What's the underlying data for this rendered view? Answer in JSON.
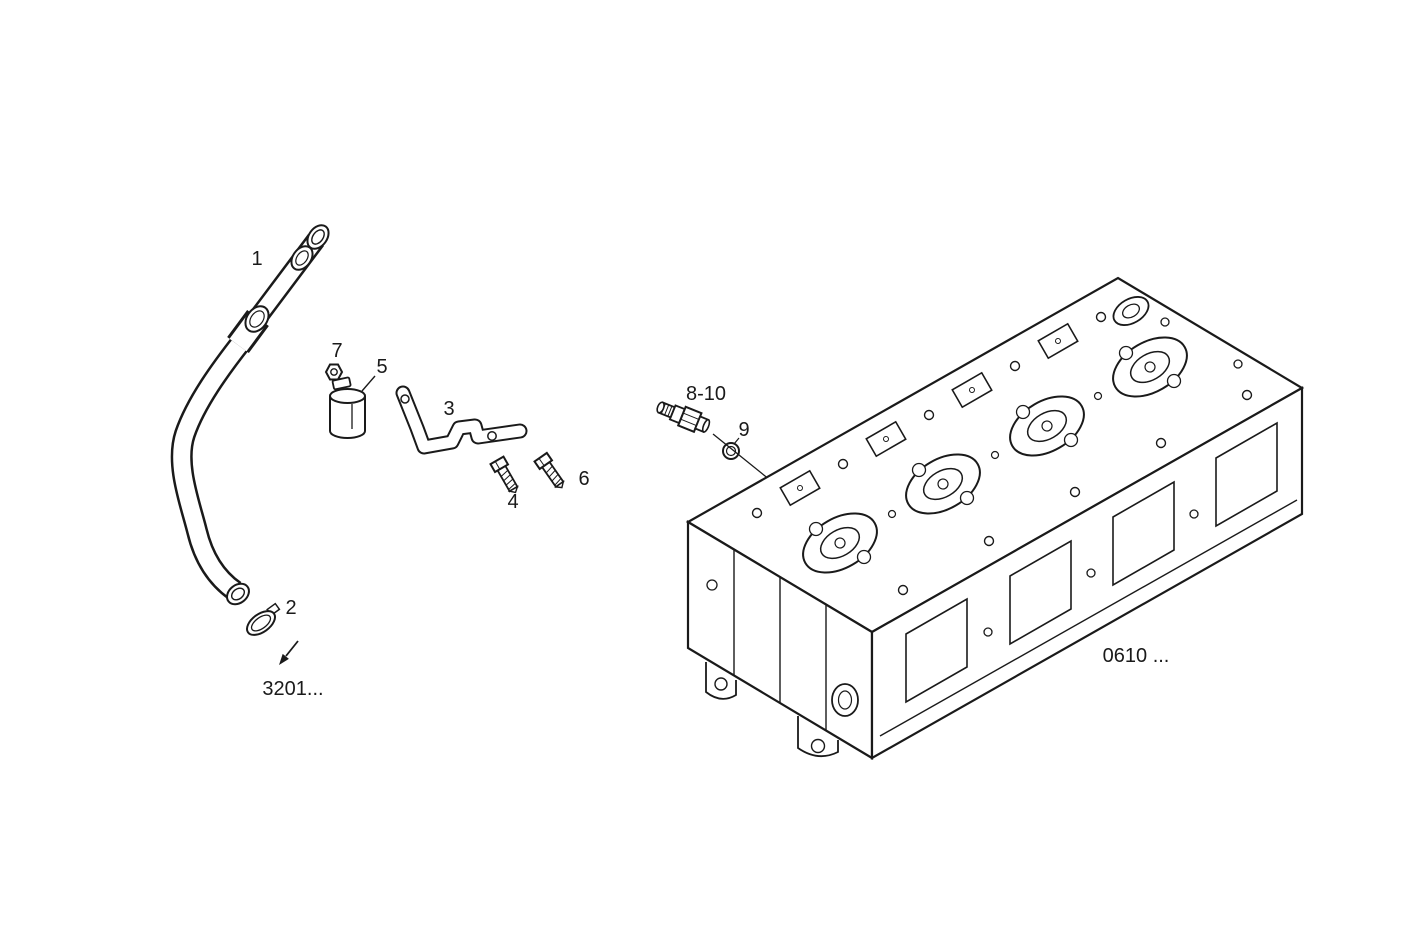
{
  "page": {
    "background_color": "#ffffff",
    "line_color": "#1a1a1a"
  },
  "diagram": {
    "callouts": [
      {
        "label": "1"
      },
      {
        "label": "2"
      },
      {
        "label": "3"
      },
      {
        "label": "4"
      },
      {
        "label": "5"
      },
      {
        "label": "6"
      },
      {
        "label": "7"
      },
      {
        "label": "8-10"
      },
      {
        "label": "9"
      }
    ],
    "references": [
      {
        "label": "3201..."
      },
      {
        "label": "0610 ..."
      }
    ]
  }
}
